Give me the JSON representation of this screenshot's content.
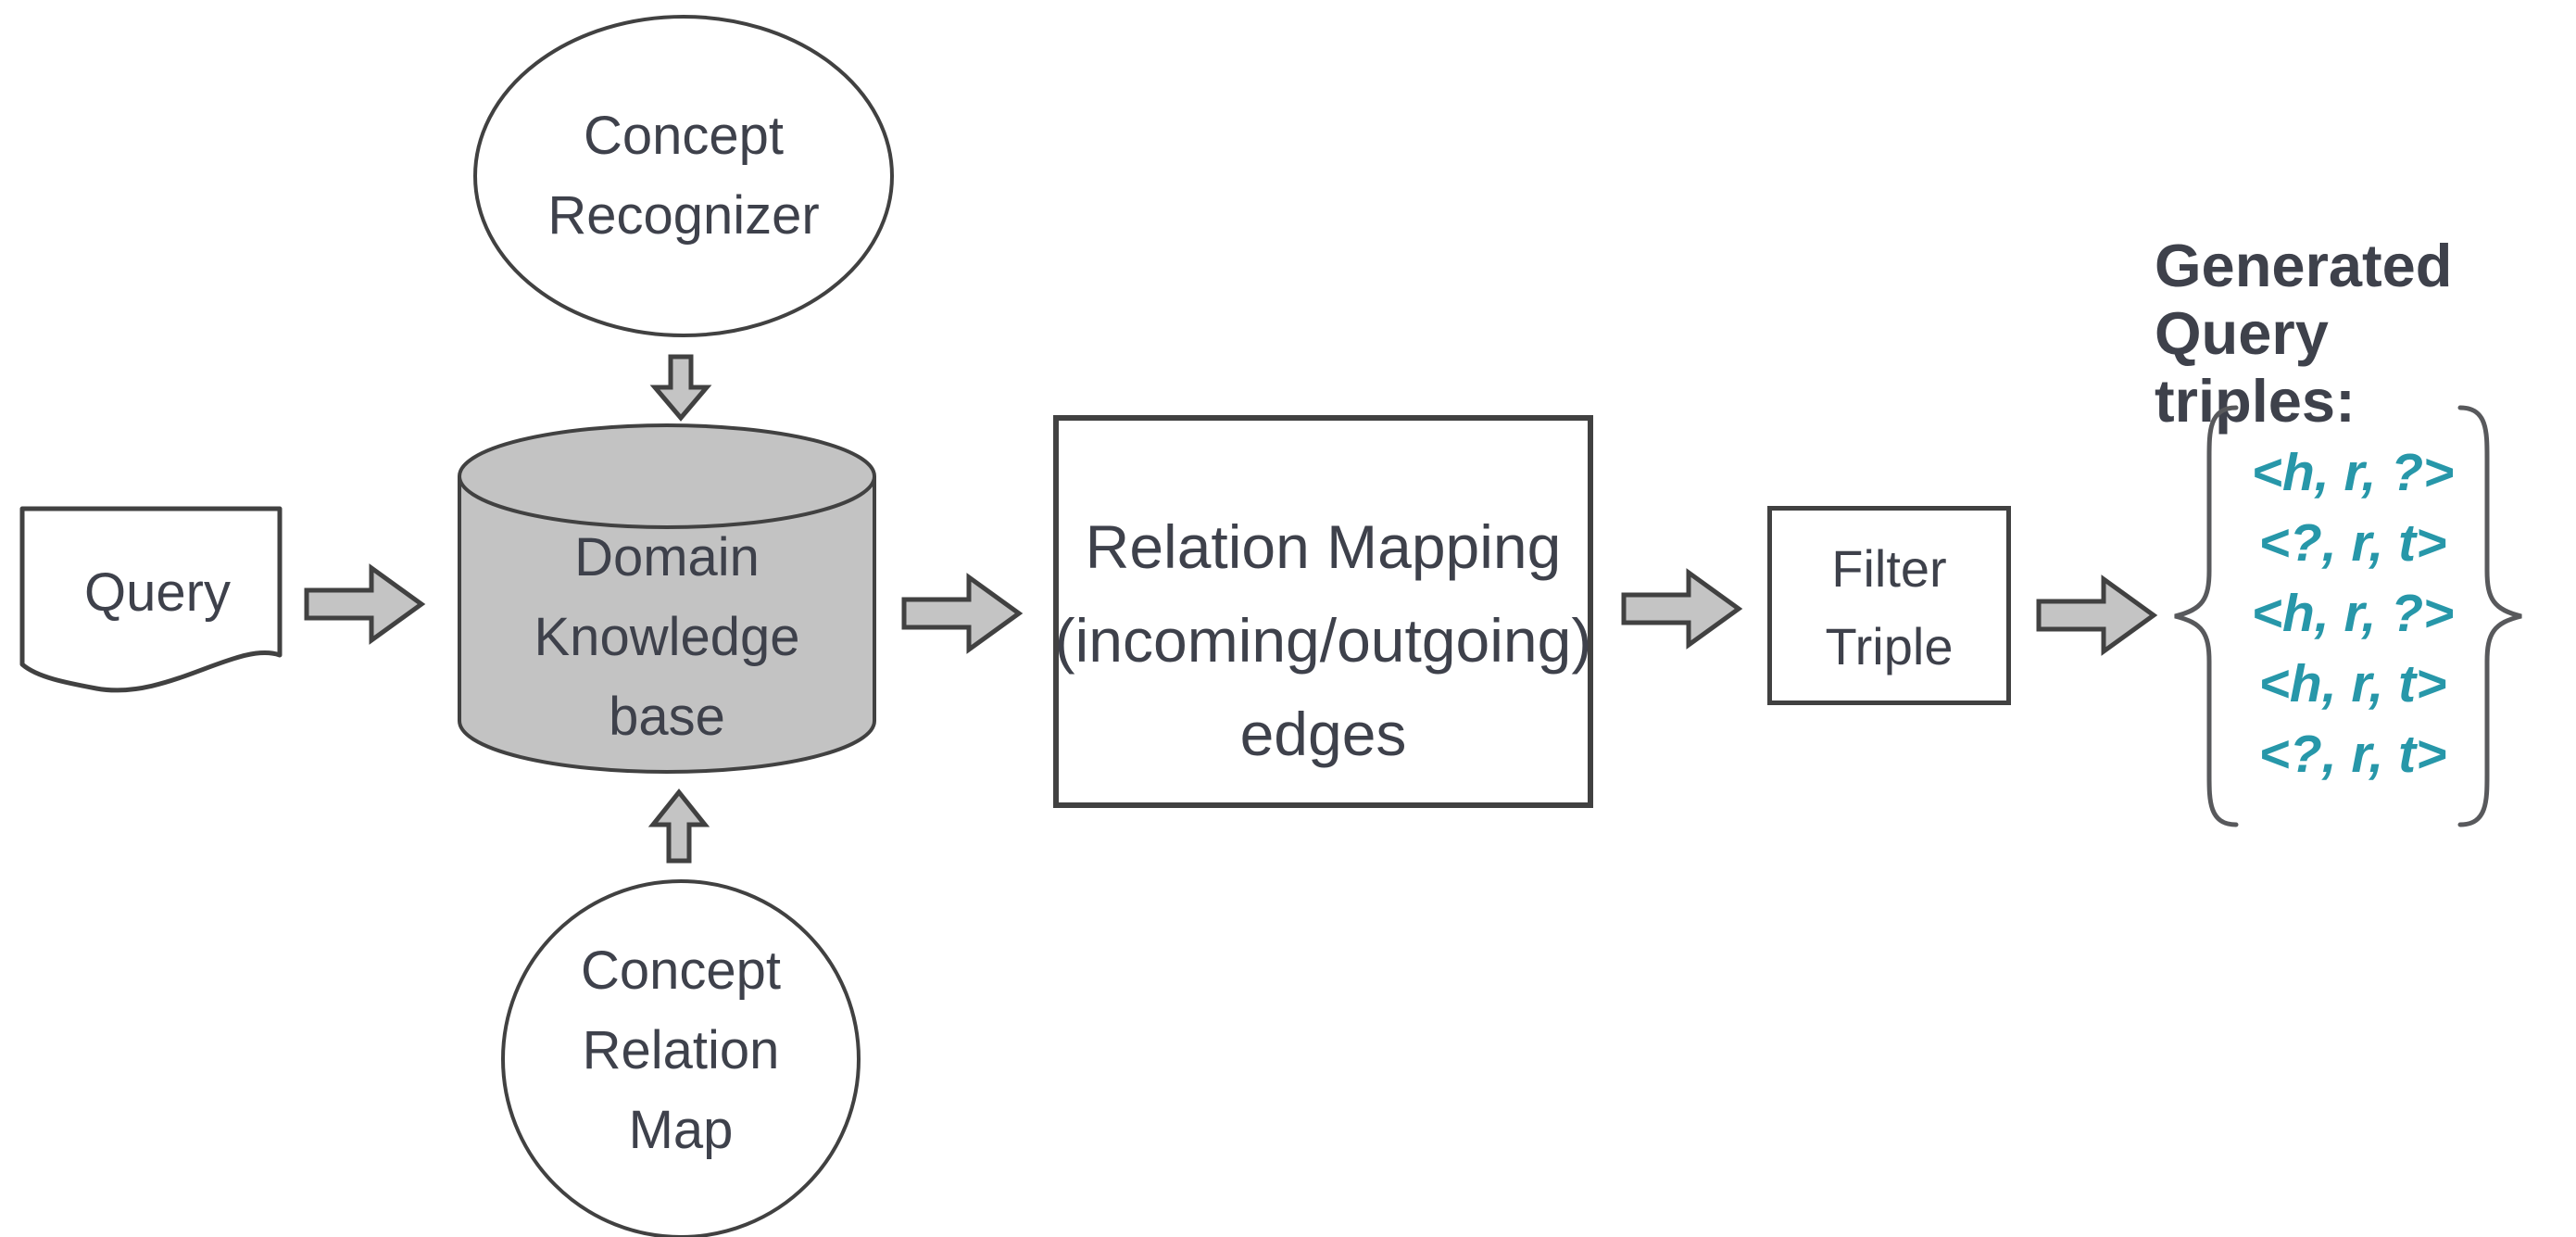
{
  "colors": {
    "outline": "#414141",
    "fill_gray": "#c3c3c3",
    "arrow_fill": "#c4c4c4",
    "text": "#3e414b",
    "teal": "#2797a9",
    "brace": "#58595c",
    "bg": "#ffffff"
  },
  "nodes": {
    "query": {
      "shape": "document",
      "label": "Query"
    },
    "concept_recognizer": {
      "shape": "ellipse",
      "lines": [
        "Concept",
        "Recognizer"
      ]
    },
    "domain_knowledge_base": {
      "shape": "cylinder",
      "lines": [
        "Domain",
        "Knowledge",
        "base"
      ]
    },
    "concept_relation_map": {
      "shape": "circle",
      "lines": [
        "Concept",
        "Relation",
        "Map"
      ]
    },
    "relation_mapping": {
      "shape": "rectangle",
      "lines": [
        "Relation Mapping",
        "(incoming/outgoing)",
        "edges"
      ]
    },
    "filter_triple": {
      "shape": "rectangle",
      "lines": [
        "Filter",
        "Triple"
      ]
    }
  },
  "arrows": [
    {
      "name": "query-to-knowledge-base",
      "direction": "right"
    },
    {
      "name": "concept-recognizer-to-knowledge-base",
      "direction": "down"
    },
    {
      "name": "concept-relation-map-to-knowledge-base",
      "direction": "up"
    },
    {
      "name": "knowledge-base-to-relation-mapping",
      "direction": "right"
    },
    {
      "name": "relation-mapping-to-filter-triple",
      "direction": "right"
    },
    {
      "name": "filter-triple-to-generated-triples",
      "direction": "right"
    }
  ],
  "output": {
    "heading_lines": [
      "Generated Query",
      "triples:"
    ],
    "triples": [
      "<h, r, ?>",
      "<?, r, t>",
      "<h, r, ?>",
      "<h, r, t>",
      "<?, r, t>"
    ]
  }
}
